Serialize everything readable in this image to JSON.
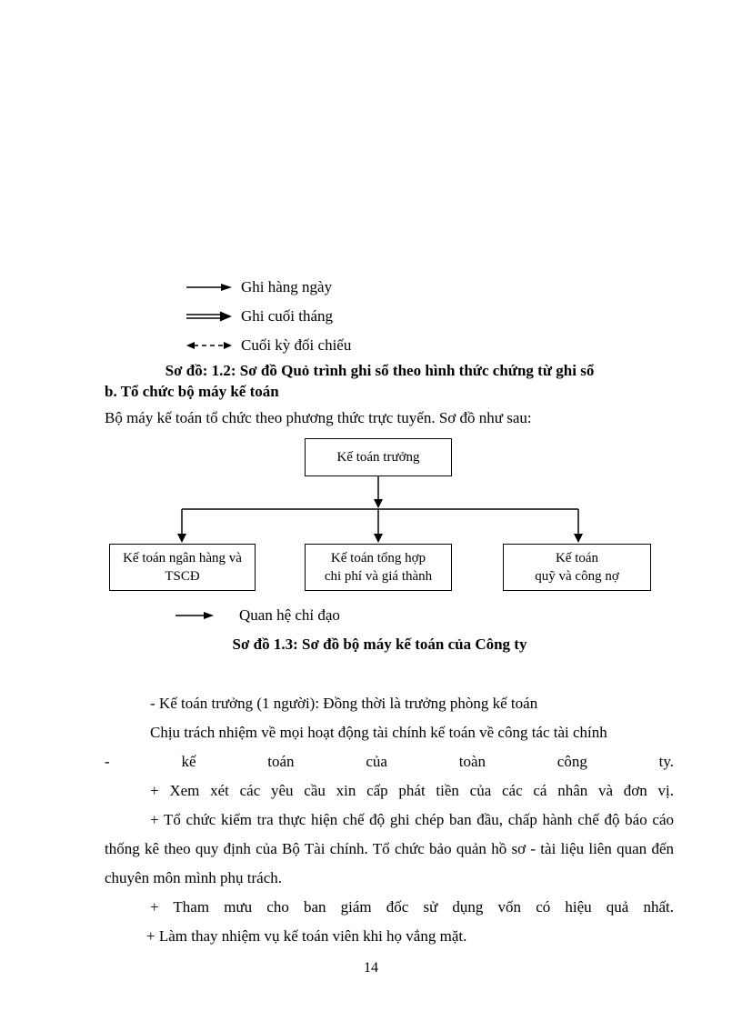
{
  "legend_top": {
    "items": [
      {
        "icon": "solid-arrow",
        "label": "Ghi hàng ngày"
      },
      {
        "icon": "double-arrow",
        "label": "Ghi cuối tháng"
      },
      {
        "icon": "dashed-double-arrow",
        "label": "Cuối kỳ đối chiếu"
      }
    ]
  },
  "captions": {
    "diagram_1_2": "Sơ đồ: 1.2: Sơ đồ Quỏ trình ghi sổ theo hình thức chứng từ ghi sổ",
    "section_heading": "b. Tổ chức bộ máy kế toán",
    "intro_text": "Bộ máy kế toán tổ chức theo phương thức trực tuyến.  Sơ đồ như sau:",
    "relation_label": "Quan hệ chỉ đạo",
    "diagram_1_3": "Sơ đồ 1.3: Sơ đồ bộ máy kế toán của Công ty"
  },
  "org_chart": {
    "root": "Kế toán trưởng",
    "children": [
      {
        "line1": "Kế toán ngân hàng và",
        "line2": "TSCĐ"
      },
      {
        "line1": "Kế toán tổng hợp",
        "line2": "chi phí và giá thành"
      },
      {
        "line1": "Kế toán",
        "line2": "quỹ và công nợ"
      }
    ]
  },
  "body": {
    "p1": "- Kế toán trưởng (1 người): Đồng thời là trưởng phòng kế toán",
    "p2_line1": "Chịu trách nhiệm về mọi hoạt động tài chính kế toán về công tác tài chính",
    "p2_line2": "- kế toán của toàn công ty.",
    "p3": "+ Xem xét các yêu cầu xin cấp phát tiền của các cá nhân và đơn vị.",
    "p4": "+ Tổ chức kiểm tra thực hiện chế độ ghi chép ban đầu, chấp hành chế độ báo cáo thống kê theo quy định của Bộ Tài chính. Tổ chức bảo quản hồ sơ - tài liệu liên quan đến chuyên môn mình phụ trách.",
    "p5": "+ Tham mưu cho ban giám đốc sử dụng vốn có hiệu quả nhất.",
    "p6": "+ Làm thay nhiệm vụ kế toán viên khi họ vắng mặt."
  },
  "page": {
    "number": "14"
  }
}
